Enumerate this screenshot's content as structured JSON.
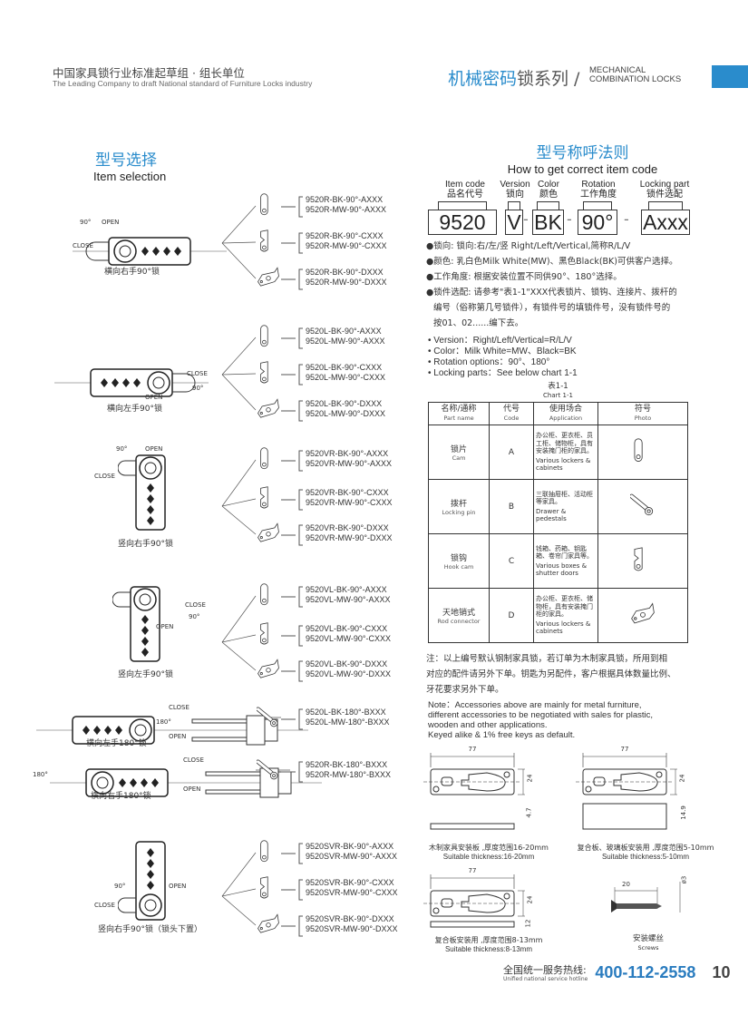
{
  "header": {
    "org_cn": "中国家具锁行业标准起草组 · 组长单位",
    "org_en": "The Leading Company to draft National standard of Furniture Locks industry",
    "title_blue": "机械密码",
    "title_rest": "锁系列 /",
    "title_en_1": "MECHANICAL",
    "title_en_2": "COMBINATION LOCKS",
    "accent": "#2a8ccc"
  },
  "left": {
    "title_cn": "型号选择",
    "title_en": "Item selection",
    "groups": [
      {
        "type": "h-right",
        "label": "横向右手90°锁",
        "open": "OPEN",
        "close": "CLOSE",
        "angle": "90°",
        "parts": [
          {
            "icon": "cam",
            "codes": [
              "9520R-BK-90°-AXXX",
              "9520R-MW-90°-AXXX"
            ]
          },
          {
            "icon": "hook",
            "codes": [
              "9520R-BK-90°-CXXX",
              "9520R-MW-90°-CXXX"
            ]
          },
          {
            "icon": "rod",
            "codes": [
              "9520R-BK-90°-DXXX",
              "9520R-MW-90°-DXXX"
            ]
          }
        ]
      },
      {
        "type": "h-left",
        "label": "横向左手90°锁",
        "open": "OPEN",
        "close": "CLOSE",
        "angle": "90°",
        "parts": [
          {
            "icon": "cam",
            "codes": [
              "9520L-BK-90°-AXXX",
              "9520L-MW-90°-AXXX"
            ]
          },
          {
            "icon": "hook",
            "codes": [
              "9520L-BK-90°-CXXX",
              "9520L-MW-90°-CXXX"
            ]
          },
          {
            "icon": "rod",
            "codes": [
              "9520L-BK-90°-DXXX",
              "9520L-MW-90°-DXXX"
            ]
          }
        ]
      },
      {
        "type": "v-right",
        "label": "竖向右手90°锁",
        "open": "OPEN",
        "close": "CLOSE",
        "angle": "90°",
        "parts": [
          {
            "icon": "cam",
            "codes": [
              "9520VR-BK-90°-AXXX",
              "9520VR-MW-90°-AXXX"
            ]
          },
          {
            "icon": "hook",
            "codes": [
              "9520VR-BK-90°-CXXX",
              "9520VR-MW-90°-CXXX"
            ]
          },
          {
            "icon": "rod",
            "codes": [
              "9520VR-BK-90°-DXXX",
              "9520VR-MW-90°-DXXX"
            ]
          }
        ]
      },
      {
        "type": "v-left",
        "label": "竖向左手90°锁",
        "open": "OPEN",
        "close": "CLOSE",
        "angle": "90°",
        "parts": [
          {
            "icon": "cam",
            "codes": [
              "9520VL-BK-90°-AXXX",
              "9520VL-MW-90°-AXXX"
            ]
          },
          {
            "icon": "hook",
            "codes": [
              "9520VL-BK-90°-CXXX",
              "9520VL-MW-90°-CXXX"
            ]
          },
          {
            "icon": "rod",
            "codes": [
              "9520VL-BK-90°-DXXX",
              "9520VL-MW-90°-DXXX"
            ]
          }
        ]
      },
      {
        "type": "h180-left",
        "label": "横向左手180°锁",
        "open": "OPEN",
        "close": "CLOSE",
        "angle": "180°",
        "parts": [
          {
            "icon": "pin",
            "codes": [
              "9520L-BK-180°-BXXX",
              "9520L-MW-180°-BXXX"
            ]
          }
        ]
      },
      {
        "type": "h180-right",
        "label": "横向右手180°锁",
        "open": "OPEN",
        "close": "CLOSE",
        "angle": "180°",
        "parts": [
          {
            "icon": "pin",
            "codes": [
              "9520R-BK-180°-BXXX",
              "9520R-MW-180°-BXXX"
            ]
          }
        ]
      },
      {
        "type": "v-bottom",
        "label": "竖向右手90°锁（锁头下置）",
        "open": "OPEN",
        "close": "CLOSE",
        "angle": "90°",
        "parts": [
          {
            "icon": "cam",
            "codes": [
              "9520SVR-BK-90°-AXXX",
              "9520SVR-MW-90°-AXXX"
            ]
          },
          {
            "icon": "hook",
            "codes": [
              "9520SVR-BK-90°-CXXX",
              "9520SVR-MW-90°-CXXX"
            ]
          },
          {
            "icon": "rod",
            "codes": [
              "9520SVR-BK-90°-DXXX",
              "9520SVR-MW-90°-DXXX"
            ]
          }
        ]
      }
    ]
  },
  "right": {
    "title_cn": "型号称呼法则",
    "title_en": "How to get correct item code",
    "code_parts": [
      {
        "en": "Item code",
        "cn": "品名代号",
        "value": "9520"
      },
      {
        "en": "Version",
        "cn": "锁向",
        "value": "V"
      },
      {
        "en": "Color",
        "cn": "颜色",
        "value": "BK"
      },
      {
        "en": "Rotation",
        "cn": "工作角度",
        "value": "90°"
      },
      {
        "en": "Locking part",
        "cn": "锁件选配",
        "value": "Axxx"
      }
    ],
    "dash": "-",
    "bullets_cn": [
      "●锁向: 锁向:右/左/竖  Right/Left/Vertical,简称R/L/V",
      "●颜色: 乳白色Milk  White(MW)、黑色Black(BK)可供客户选择。",
      "●工作角度: 根据安装位置不同供90°、180°选择。",
      "●锁件选配: 请参考\"表1-1\"XXX代表锁片、锁钩、连接片、拨杆的",
      "编号（俗称第几号锁件），有锁件号的填锁件号，没有锁件号的",
      "按01、02......编下去。"
    ],
    "bullets_en": [
      "• Version：Right/Left/Vertical=R/L/V",
      "• Color：Milk White=MW、Black=BK",
      "• Rotation options：90°、180°",
      "• Locking parts：See below chart 1-1"
    ],
    "table": {
      "title_cn": "表1-1",
      "title_en": "Chart 1-1",
      "headers": [
        {
          "cn": "名称/通称",
          "en": "Part name"
        },
        {
          "cn": "代号",
          "en": "Code"
        },
        {
          "cn": "使用场合",
          "en": "Application"
        },
        {
          "cn": "符号",
          "en": "Photo"
        }
      ],
      "rows": [
        {
          "name_cn": "锁片",
          "name_en": "Cam",
          "code": "A",
          "app_cn": "办公柜、更衣柜、员工柜、储物柜，具有安装掩门柜的家具。",
          "app_en": "Various lockers & cabinets",
          "icon": "cam"
        },
        {
          "name_cn": "拨杆",
          "name_en": "Locking pin",
          "code": "B",
          "app_cn": "三联抽屉柜、活动柜等家具。",
          "app_en": "Drawer & pedestals",
          "icon": "pin"
        },
        {
          "name_cn": "锁钩",
          "name_en": "Hook cam",
          "code": "C",
          "app_cn": "钱箱、药箱、钥匙箱、卷帘门家具等。",
          "app_en": "Various boxes & shutter doors",
          "icon": "hook"
        },
        {
          "name_cn": "天地销式",
          "name_en": "Rod connector",
          "code": "D",
          "app_cn": "办公柜、更衣柜、储物柜，具有安装掩门柜的家具。",
          "app_en": "Various lockers & cabinets",
          "icon": "rod"
        }
      ]
    },
    "note_cn": [
      "注：以上编号默认钢制家具锁，若订单为木制家具锁，所用到相",
      "对应的配件请另外下单。钥匙为另配件，客户根据具体数量比例、",
      "牙花要求另外下单。"
    ],
    "note_en": [
      "Note：Accessories above are mainly for metal furniture,",
      "different accessories to be negotiated with sales for plastic,",
      "wooden and other applications.",
      "Keyed alike & 1% free keys as default."
    ],
    "plates": [
      {
        "width": "77",
        "height": "24",
        "thick": "4.7",
        "cn": "木制家具安装板 ,厚度范围16-20mm",
        "en": "Suitable thickness:16-20mm"
      },
      {
        "width": "77",
        "height": "24",
        "thick": "14.9",
        "cn": "复合板、玻璃板安装用 ,厚度范围5-10mm",
        "en": "Suitable thickness:5-10mm"
      },
      {
        "width": "77",
        "height": "24",
        "thick": "12",
        "cn": "复合板安装用 ,厚度范围8-13mm",
        "en": "Suitable thickness:8-13mm"
      }
    ],
    "screw": {
      "length": "20",
      "dia": "ø3",
      "cn": "安装螺丝",
      "en": "Screws"
    }
  },
  "footer": {
    "hotline_cn": "全国统一服务热线:",
    "hotline_en": "Unified national service hotline",
    "phone": "400-112-2558",
    "page": "10"
  }
}
